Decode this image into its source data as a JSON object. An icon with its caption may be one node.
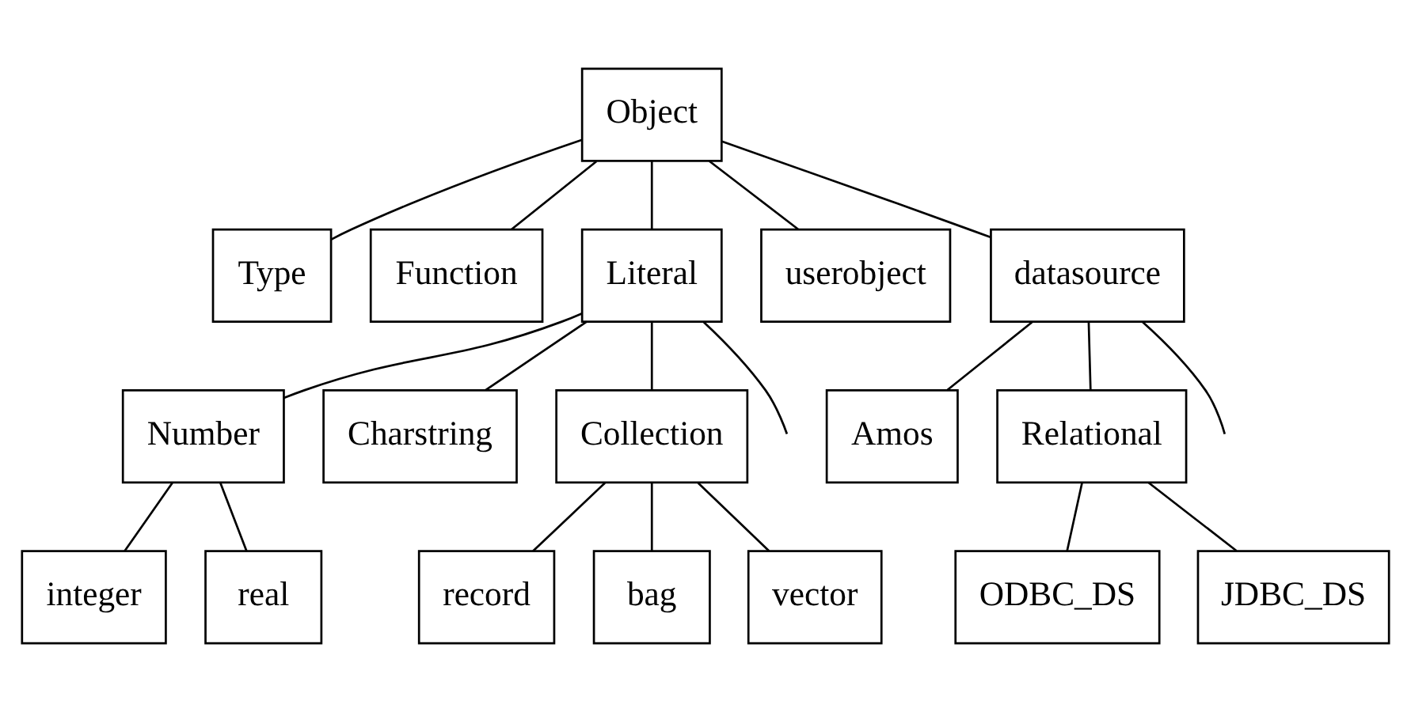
{
  "diagram": {
    "nodes": [
      {
        "text": [
          "Object"
        ]
      },
      {
        "text": [
          "Type"
        ]
      },
      {
        "text": [
          "Function"
        ]
      },
      {
        "text": [
          "Literal"
        ]
      },
      {
        "text": [
          "userobject"
        ]
      },
      {
        "text": [
          "datasource"
        ]
      },
      {
        "text": [
          "Number"
        ]
      },
      {
        "text": [
          "Charstring"
        ]
      },
      {
        "text": [
          "Collection"
        ]
      },
      {
        "text": [
          "Amos"
        ]
      },
      {
        "text": [
          "Relational"
        ]
      },
      {
        "text": [
          "integer"
        ]
      },
      {
        "text": [
          "real"
        ]
      },
      {
        "text": [
          "record"
        ]
      },
      {
        "text": [
          "bag"
        ]
      },
      {
        "text": [
          "vector"
        ]
      },
      {
        "text": [
          "ODBC_DS"
        ]
      },
      {
        "text": [
          "JDBC_DS"
        ]
      }
    ],
    "edges": [
      {
        "from": 0,
        "to": 1,
        "arrow": "none"
      },
      {
        "from": 0,
        "to": 2,
        "arrow": "none"
      },
      {
        "from": 0,
        "to": 3,
        "arrow": "none"
      },
      {
        "from": 0,
        "to": 4,
        "arrow": "none"
      },
      {
        "from": 0,
        "to": 5,
        "arrow": "none"
      },
      {
        "from": 3,
        "to": 6,
        "arrow": "none"
      },
      {
        "from": 3,
        "to": 7,
        "arrow": "none"
      },
      {
        "from": 3,
        "to": 8,
        "arrow": "none"
      },
      {
        "from": 3,
        "to": null,
        "arrow": "none"
      },
      {
        "from": 5,
        "to": 9,
        "arrow": "none"
      },
      {
        "from": 5,
        "to": 10,
        "arrow": "none"
      },
      {
        "from": 5,
        "to": null,
        "arrow": "none"
      },
      {
        "from": 6,
        "to": 11,
        "arrow": "none"
      },
      {
        "from": 6,
        "to": 12,
        "arrow": "none"
      },
      {
        "from": 8,
        "to": 13,
        "arrow": "none"
      },
      {
        "from": 8,
        "to": 14,
        "arrow": "none"
      },
      {
        "from": 8,
        "to": 15,
        "arrow": "none"
      },
      {
        "from": 10,
        "to": 16,
        "arrow": "none"
      },
      {
        "from": 10,
        "to": 17,
        "arrow": "none"
      }
    ]
  }
}
